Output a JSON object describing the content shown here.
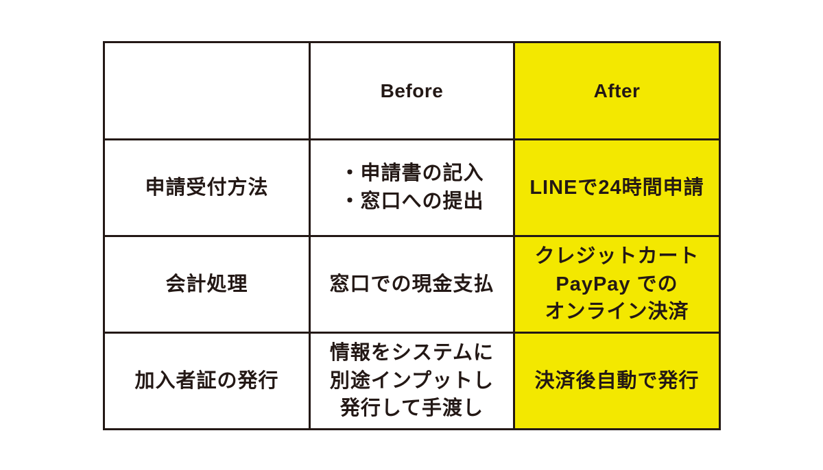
{
  "colors": {
    "highlight_yellow": "#F3E800",
    "line_and_text": "#231815",
    "background": "#ffffff"
  },
  "table": {
    "header": {
      "label_col": "",
      "before_label": "Before",
      "after_label": "After"
    },
    "rows": [
      {
        "label": "申請受付方法",
        "before": [
          "・申請書の記入",
          "・窓口への提出"
        ],
        "after": [
          "LINEで24時間申請"
        ]
      },
      {
        "label": "会計処理",
        "before": [
          "窓口での現金支払"
        ],
        "after": [
          "クレジットカート",
          "PayPay での",
          "オンライン決済"
        ]
      },
      {
        "label": "加入者証の発行",
        "before": [
          "情報をシステムに",
          "別途インプットし",
          "発行して手渡し"
        ],
        "after": [
          "決済後自動で発行"
        ]
      }
    ]
  }
}
